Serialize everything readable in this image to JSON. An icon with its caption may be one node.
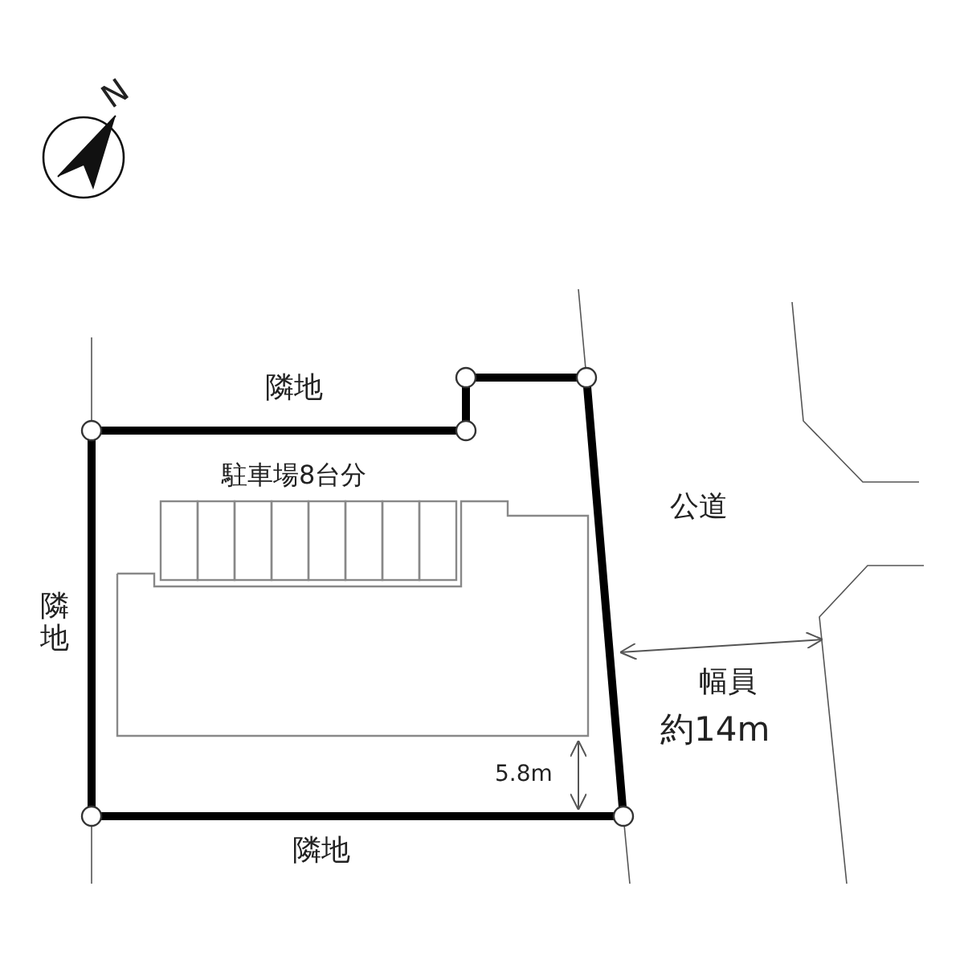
{
  "diagram": {
    "labels": [
      "N",
      "隣地",
      "駐車場8台分",
      "公道",
      "隣地",
      "幅員",
      "約14m",
      "5.8m",
      "隣地"
    ]
  }
}
